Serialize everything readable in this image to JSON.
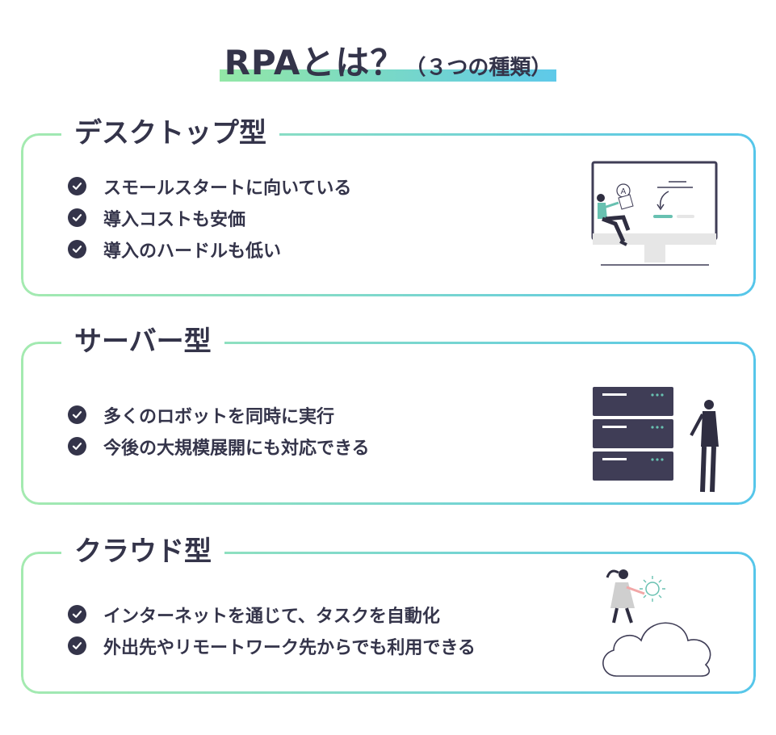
{
  "title": {
    "main": "RPAとは？",
    "sub": "（３つの種類）"
  },
  "cards": [
    {
      "title": "デスクトップ型",
      "items": [
        "スモールスタートに向いている",
        "導入コストも安価",
        "導入のハードルも低い"
      ],
      "illustration_label": "A"
    },
    {
      "title": "サーバー型",
      "items": [
        "多くのロボットを同時に実行",
        "今後の大規模展開にも対応できる"
      ]
    },
    {
      "title": "クラウド型",
      "items": [
        "インターネットを通じて、タスクを自動化",
        "外出先やリモートワーク先からでも利用できる"
      ]
    }
  ],
  "colors": {
    "text": "#34344a",
    "gradient_start": "#a4eab0",
    "gradient_end": "#56c6ea",
    "accent": "#68c1b1"
  },
  "icons": [
    "check-circle-icon",
    "computer-illustration",
    "server-rack-illustration",
    "cloud-illustration"
  ]
}
